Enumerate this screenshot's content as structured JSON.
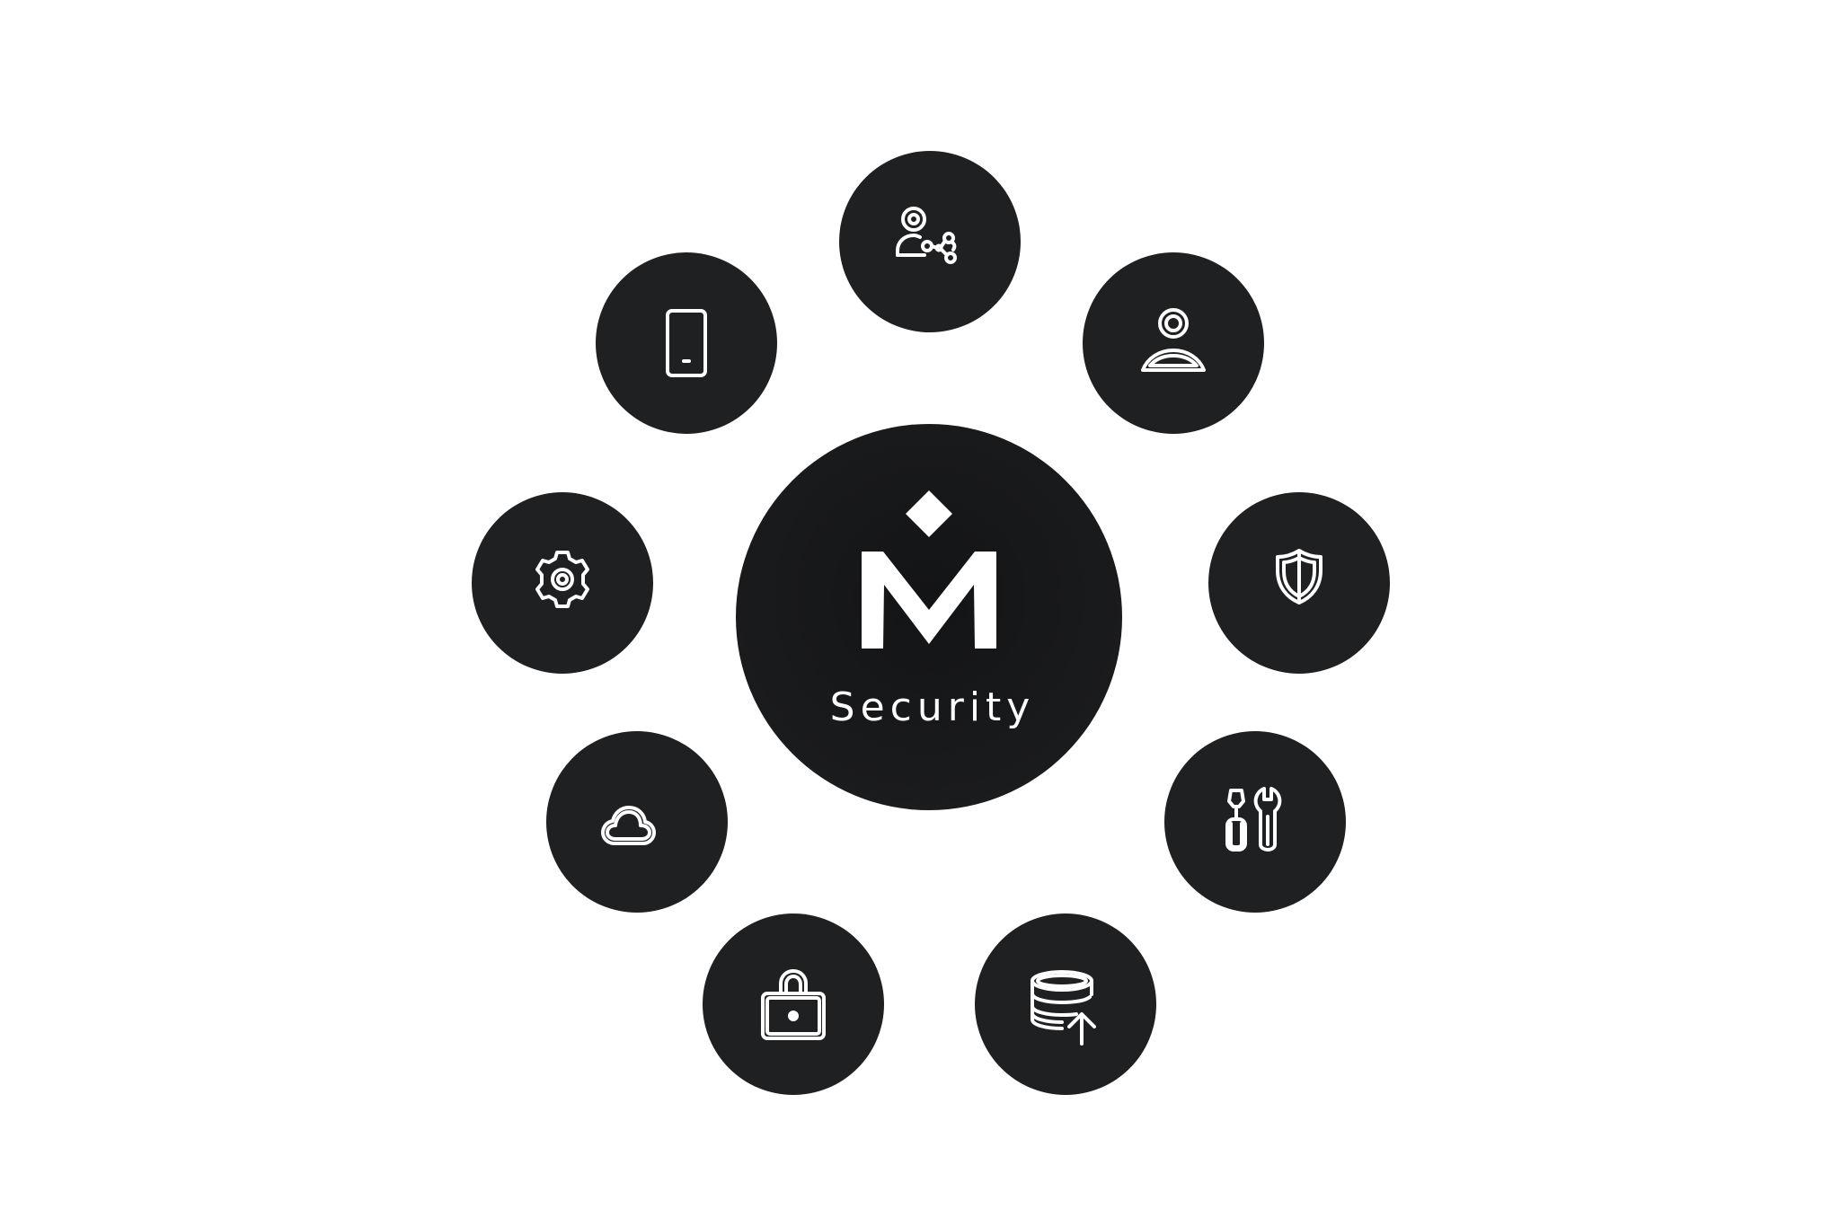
{
  "hub": {
    "label": "Security",
    "logo_icon": "m-diamond-logo"
  },
  "colors": {
    "node_fill": "#1f2022",
    "hub_fill": "#111214",
    "icon_stroke": "#ffffff",
    "background": "#ffffff"
  },
  "nodes": [
    {
      "id": "user-network",
      "icon": "user-network-icon"
    },
    {
      "id": "user",
      "icon": "user-icon"
    },
    {
      "id": "shield",
      "icon": "shield-icon"
    },
    {
      "id": "tools",
      "icon": "tools-icon"
    },
    {
      "id": "database-upload",
      "icon": "database-upload-icon"
    },
    {
      "id": "lock",
      "icon": "lock-icon"
    },
    {
      "id": "cloud",
      "icon": "cloud-icon"
    },
    {
      "id": "settings",
      "icon": "gear-icon"
    },
    {
      "id": "tablet",
      "icon": "tablet-icon"
    }
  ]
}
